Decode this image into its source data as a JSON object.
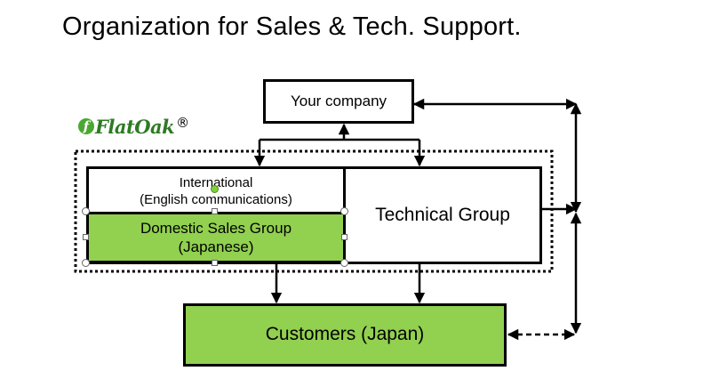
{
  "title": "Organization for Sales & Tech. Support.",
  "logo": {
    "brand": "FlatOak",
    "mark": "f",
    "registered": "®"
  },
  "boxes": {
    "your_company": "Your company",
    "international": {
      "line1": "International",
      "line2": "(English communications)"
    },
    "domestic": {
      "line1": "Domestic Sales Group",
      "line2": "(Japanese)"
    },
    "technical": "Technical Group",
    "customers": "Customers (Japan)"
  },
  "colors": {
    "green_fill": "#92d050",
    "logo_green": "#2e7a23",
    "border": "#000000"
  }
}
